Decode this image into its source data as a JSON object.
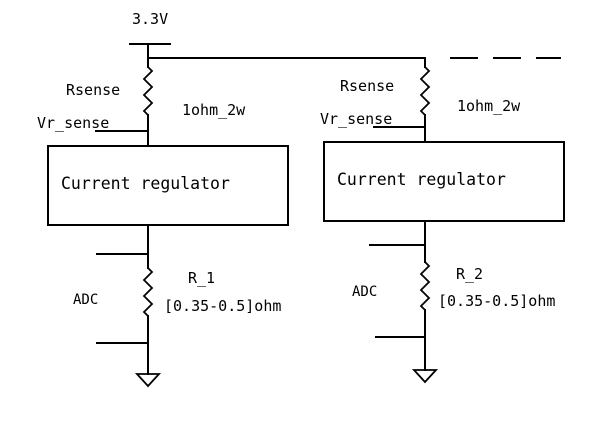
{
  "supply": {
    "label": "3.3V"
  },
  "branches": [
    {
      "rsense_label": "Rsense",
      "rsense_value": "1ohm_2w",
      "vr_sense_label": "Vr_sense",
      "regulator_label": "Current regulator",
      "adc_label": "ADC",
      "r_name": "R_1",
      "r_range": "[0.35-0.5]ohm"
    },
    {
      "rsense_label": "Rsense",
      "rsense_value": "1ohm_2w",
      "vr_sense_label": "Vr_sense",
      "regulator_label": "Current regulator",
      "adc_label": "ADC",
      "r_name": "R_2",
      "r_range": "[0.35-0.5]ohm"
    }
  ]
}
